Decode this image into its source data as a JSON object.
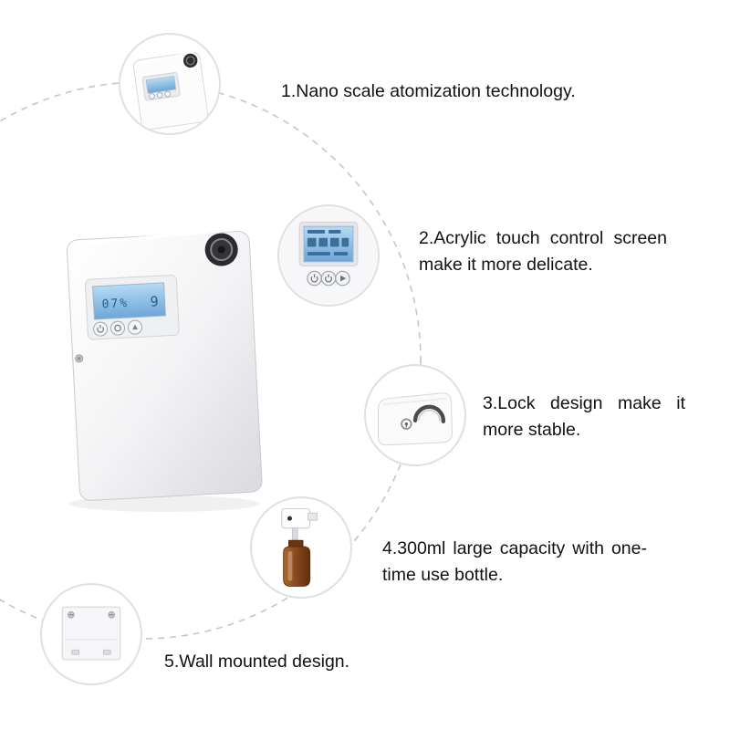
{
  "page": {
    "title": "Aroma diffuser product features infographic",
    "background": "#ffffff"
  },
  "features": [
    {
      "text": "1.Nano scale atomization technology."
    },
    {
      "text": "2.Acrylic touch control screen make it more delicate."
    },
    {
      "text": "3.Lock design make it more stable."
    },
    {
      "text": "4.300ml large capacity with one-time use bottle."
    },
    {
      "text": "5.Wall mounted design."
    }
  ],
  "product": {
    "screen": {
      "status": "07%",
      "level": "9"
    }
  },
  "colors": {
    "lcd_blue_light": "#a9d2ee",
    "lcd_blue_dark": "#6fa6d6",
    "device_body": "#f4f4f6",
    "dashed_line": "#c6c6c6",
    "bottle_amber": "#8a4a1f",
    "text": "#111111"
  }
}
